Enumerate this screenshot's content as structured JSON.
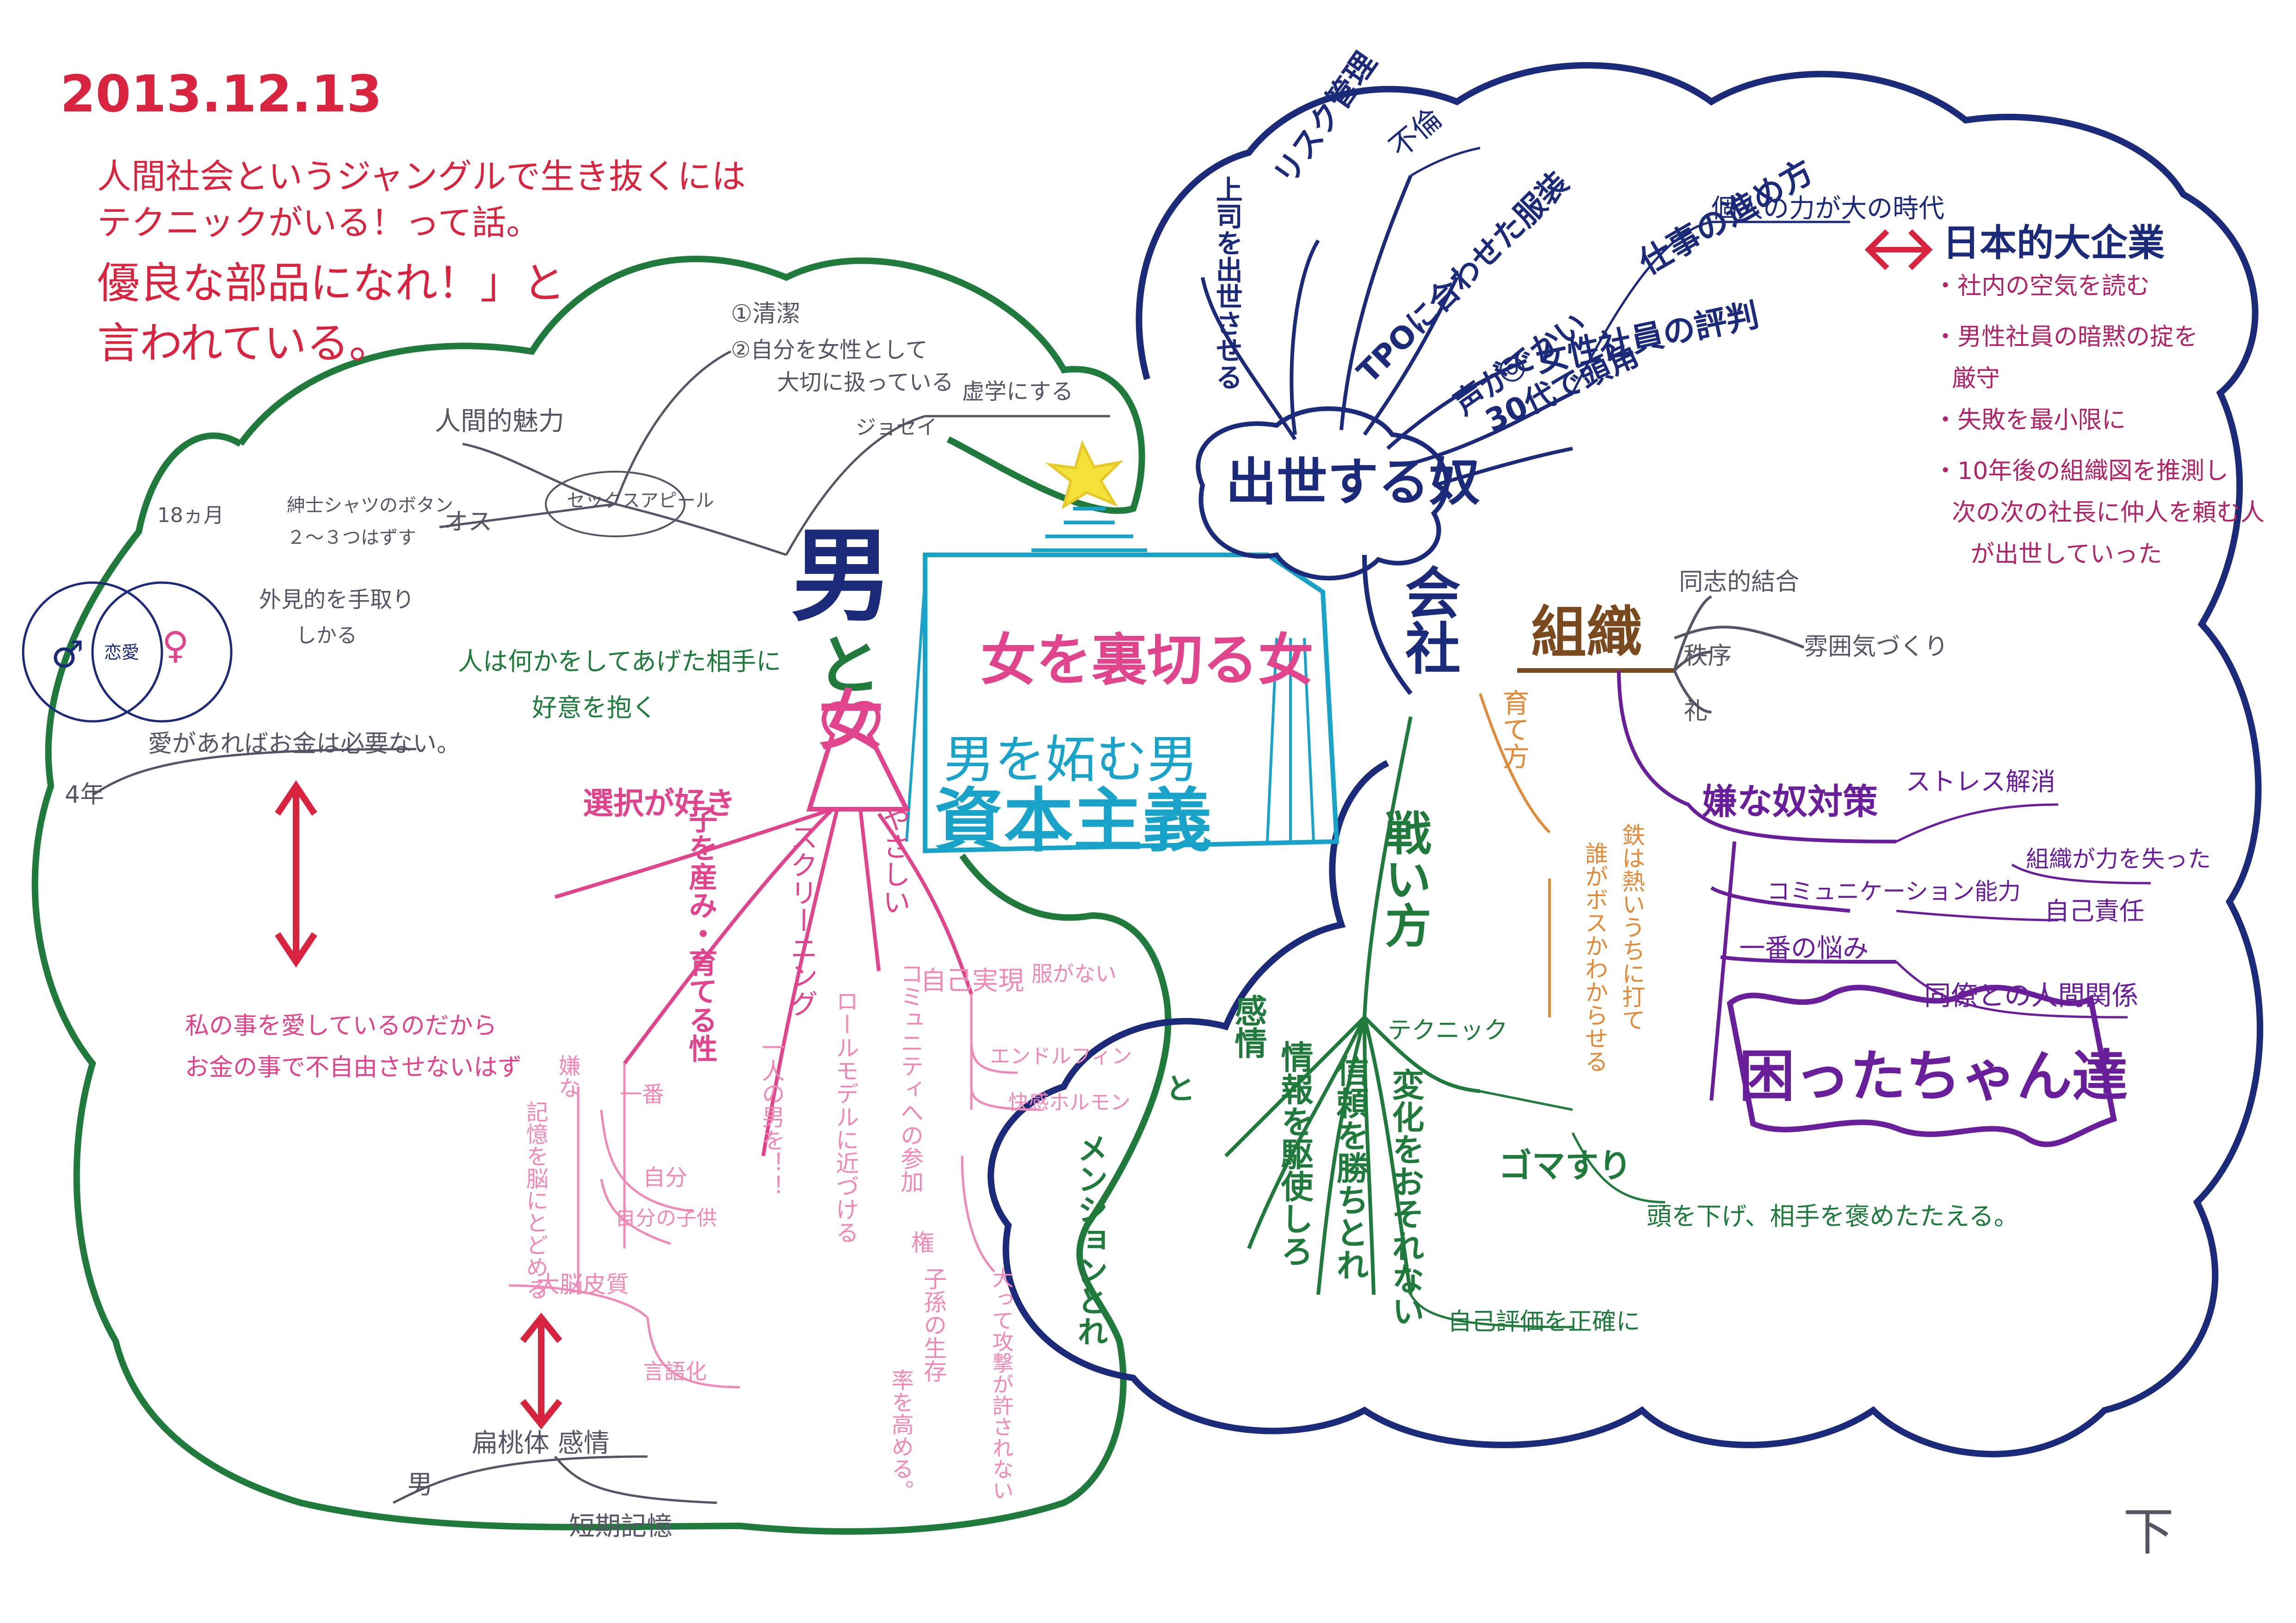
{
  "date": "2013.12.13",
  "intro": {
    "line1": "人間社会というジャングルで生き抜くには",
    "line2": "テクニックがいる！って話。",
    "line3": "優良な部品になれ！」と",
    "line4": "言われている。"
  },
  "left": {
    "center_top": "男",
    "center_mid": "と",
    "center_bottom": "女",
    "human_like": "人間的魅力",
    "sex_appeal": "セックスアピール",
    "clean": "①清潔",
    "self_as_woman": "②自分を女性として",
    "treat_well": "大切に扱っている",
    "josei": "ジョセイ",
    "hidden": "虚学にする",
    "osu": "オス",
    "shirt_button": "紳士シャツのボタン",
    "two_three": "２〜３つはずす",
    "appearance": "外見的を手取り",
    "hikaru": "しかる",
    "months18": "18ヵ月",
    "male_symbol": "♂",
    "female_symbol": "♀",
    "love_center": "恋愛",
    "years4": "4年",
    "love_money": "愛があればお金は必要ない。",
    "favor1": "人は何かをしてあげた相手に",
    "favor2": "好意を抱く",
    "she_loves1": "私の事を愛しているのだから",
    "she_loves2": "お金の事で不自由させないはず",
    "choice_likes": "選択が好き",
    "birth_raise": "子を産み・育てる性",
    "screening": "スクリーニング",
    "kind": "やさしい",
    "one_man": "一人の男を！！",
    "role_model": "ロールモデルに近づける",
    "community": "コミュニティへの参加",
    "rights": "権",
    "self_real": "自己実現",
    "clothes": "服がない",
    "endorphin": "エンドルフィン",
    "pleasure": "快感ホルモン",
    "child_exist": "子孫の生存",
    "rate_raise": "率を高める。",
    "dislike_mem1": "嫌な",
    "dislike_mem2": "記憶を脳にとどめる",
    "ichiban": "一番",
    "jibun": "自分",
    "jibun_child": "自分の子供",
    "cortex": "大脳皮質",
    "verbal": "言語化",
    "amygdala": "扁桃体 感情",
    "man": "男",
    "short_mem": "短期記憶",
    "more_text": "大って攻撃が許されない"
  },
  "middle": {
    "title1": "女を裏切る女",
    "title2": "男を妬む男",
    "capitalism": "資本主義"
  },
  "right": {
    "promoted": "出世する奴",
    "boss_promote": "上司を出世させる",
    "risk": "リスク管理",
    "affair": "不倫",
    "tpo": "TPOに合わせた服装",
    "big_voice": "声がでかい",
    "thirties": "30代で頭角",
    "work_way": "仕事の進め方",
    "individual": "個人の力が大の時代",
    "female_eval": "◎ 女性社員の評判",
    "japan_corp": "日本的大企業",
    "j1": "・社内の空気を読む",
    "j2": "・男性社員の暗黙の掟を",
    "j2b": "厳守",
    "j3": "・失敗を最小限に",
    "j4": "・10年後の組織図を推測し",
    "j4b": "次の次の社長に仲人を頼む人",
    "j4c": "が出世していった",
    "company": "会社",
    "org": "組織",
    "same_bond": "同志的結合",
    "order": "秩序",
    "rei": "礼",
    "atmos": "雰囲気づくり",
    "raise": "育て方",
    "iron1": "鉄は熱いうちに打て",
    "iron2": "誰がボスかわからせる",
    "fight": "戦い方",
    "technique": "テクニック",
    "emotion": "感情",
    "info": "情報を駆使しろ",
    "trust": "信頼を勝ちとれ",
    "change": "変化をおそれない",
    "mention": "メンションとれ",
    "and": "と",
    "gomasuri": "ゴマすり",
    "head_down": "頭を下げ、相手を褒めたたえる。",
    "self_eval": "自己評価を正確に",
    "hate_guy": "嫌な奴対策",
    "stress": "ストレス解消",
    "org_know": "組織が力を失った",
    "communication": "コミュニケーション能力",
    "self_resp": "自己責任",
    "worst": "一番の悩み",
    "colleague": "同僚との人間関係",
    "troubled": "困ったちゃん達",
    "bottom_mark": "下"
  },
  "colors": {
    "red": "#d8243f",
    "navy": "#1c2a7a",
    "green": "#1f7a3c",
    "pink": "#e0448d",
    "purple": "#6a1f9a",
    "teal": "#1aa3c8",
    "yellow": "#f2e23a"
  }
}
